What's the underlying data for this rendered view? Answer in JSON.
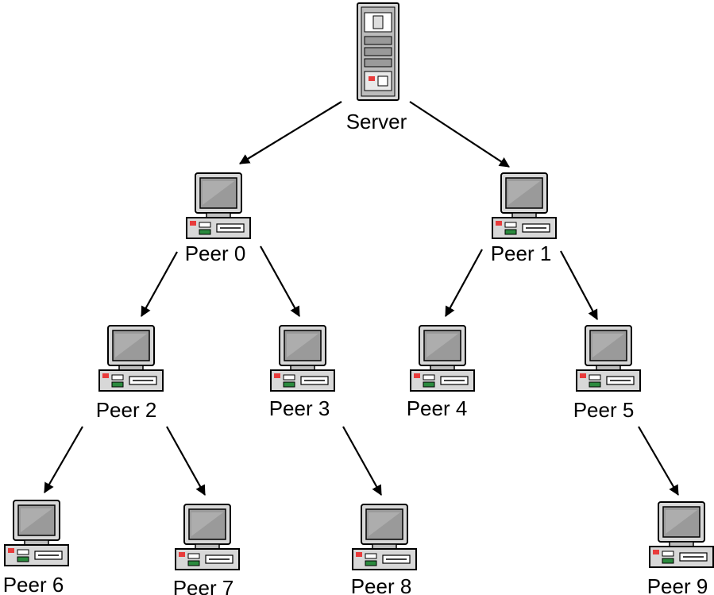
{
  "diagram": {
    "type": "tree",
    "nodes": [
      {
        "id": "server",
        "label": "Server",
        "icon": "server-icon"
      },
      {
        "id": "peer0",
        "label": "Peer 0",
        "icon": "computer-icon"
      },
      {
        "id": "peer1",
        "label": "Peer 1",
        "icon": "computer-icon"
      },
      {
        "id": "peer2",
        "label": "Peer 2",
        "icon": "computer-icon"
      },
      {
        "id": "peer3",
        "label": "Peer 3",
        "icon": "computer-icon"
      },
      {
        "id": "peer4",
        "label": "Peer 4",
        "icon": "computer-icon"
      },
      {
        "id": "peer5",
        "label": "Peer 5",
        "icon": "computer-icon"
      },
      {
        "id": "peer6",
        "label": "Peer 6",
        "icon": "computer-icon"
      },
      {
        "id": "peer7",
        "label": "Peer 7",
        "icon": "computer-icon"
      },
      {
        "id": "peer8",
        "label": "Peer 8",
        "icon": "computer-icon"
      },
      {
        "id": "peer9",
        "label": "Peer 9",
        "icon": "computer-icon"
      }
    ],
    "edges": [
      {
        "from": "server",
        "to": "peer0"
      },
      {
        "from": "server",
        "to": "peer1"
      },
      {
        "from": "peer0",
        "to": "peer2"
      },
      {
        "from": "peer0",
        "to": "peer3"
      },
      {
        "from": "peer1",
        "to": "peer4"
      },
      {
        "from": "peer1",
        "to": "peer5"
      },
      {
        "from": "peer2",
        "to": "peer6"
      },
      {
        "from": "peer2",
        "to": "peer7"
      },
      {
        "from": "peer3",
        "to": "peer8"
      },
      {
        "from": "peer5",
        "to": "peer9"
      }
    ],
    "colors": {
      "line": "#000000",
      "monitor_body": "#d8d8d8",
      "screen": "#9a9a9a",
      "indicator": "#e83b3b",
      "slot": "#2b8a3e"
    }
  }
}
